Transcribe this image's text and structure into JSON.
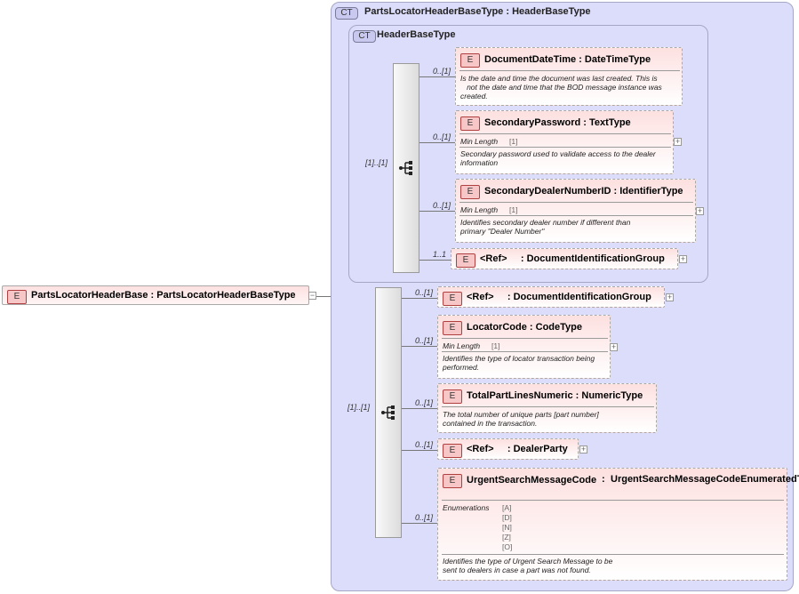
{
  "root": {
    "badge": "E",
    "name": "PartsLocatorHeaderBase",
    "sep": ":",
    "type": "PartsLocatorHeaderBaseType",
    "toggle": "−"
  },
  "outer_ct": {
    "badge": "CT",
    "title": "PartsLocatorHeaderBaseType : HeaderBaseType"
  },
  "inner_ct": {
    "badge": "CT",
    "title": "HeaderBaseType"
  },
  "seq1": {
    "card": "[1]..[1]"
  },
  "seq2": {
    "card": "[1]..[1]"
  },
  "header_elements": [
    {
      "card": "0..[1]",
      "badge": "E",
      "name": "DocumentDateTime",
      "type": "DateTimeType",
      "desc1": "Is the date and time the document was last created. This is",
      "desc2": "   not the date and time that the BOD message instance was",
      "desc3": "created."
    },
    {
      "card": "0..[1]",
      "badge": "E",
      "name": "SecondaryPassword",
      "type": "TextType",
      "facet": "Min Length",
      "facet_val": "[1]",
      "desc1": "Secondary password used to validate access to the dealer",
      "desc2": "information"
    },
    {
      "card": "0..[1]",
      "badge": "E",
      "name": "SecondaryDealerNumberID",
      "type": "IdentifierType",
      "facet": "Min Length",
      "facet_val": "[1]",
      "desc1": "Identifies secondary dealer number if different than",
      "desc2": "primary \"Dealer Number\""
    },
    {
      "card": "1..1",
      "badge": "E",
      "ref": "<Ref>",
      "type": "DocumentIdentificationGroup"
    }
  ],
  "locator_elements": [
    {
      "card": "0..[1]",
      "badge": "E",
      "ref": "<Ref>",
      "type": "DocumentIdentificationGroup"
    },
    {
      "card": "0..[1]",
      "badge": "E",
      "name": "LocatorCode",
      "type": "CodeType",
      "facet": "Min Length",
      "facet_val": "[1]",
      "desc1": "Identifies the type of locator transaction being",
      "desc2": "performed."
    },
    {
      "card": "0..[1]",
      "badge": "E",
      "name": "TotalPartLinesNumeric",
      "type": "NumericType",
      "desc1": "The total number of unique parts [part number]",
      "desc2": "contained in the transaction."
    },
    {
      "card": "0..[1]",
      "badge": "E",
      "ref": "<Ref>",
      "type": "DealerParty"
    },
    {
      "card": "0..[1]",
      "badge": "E",
      "name": "UrgentSearchMessageCode",
      "type": "UrgentSearchMessageCodeEnumeratedType",
      "facet": "Enumerations",
      "enums": [
        "[A]",
        "[D]",
        "[N]",
        "[Z]",
        "[O]"
      ],
      "desc1": "Identifies the type of Urgent Search Message to be",
      "desc2": "sent to dealers in case a part was not found."
    }
  ],
  "plus_sign": "+"
}
